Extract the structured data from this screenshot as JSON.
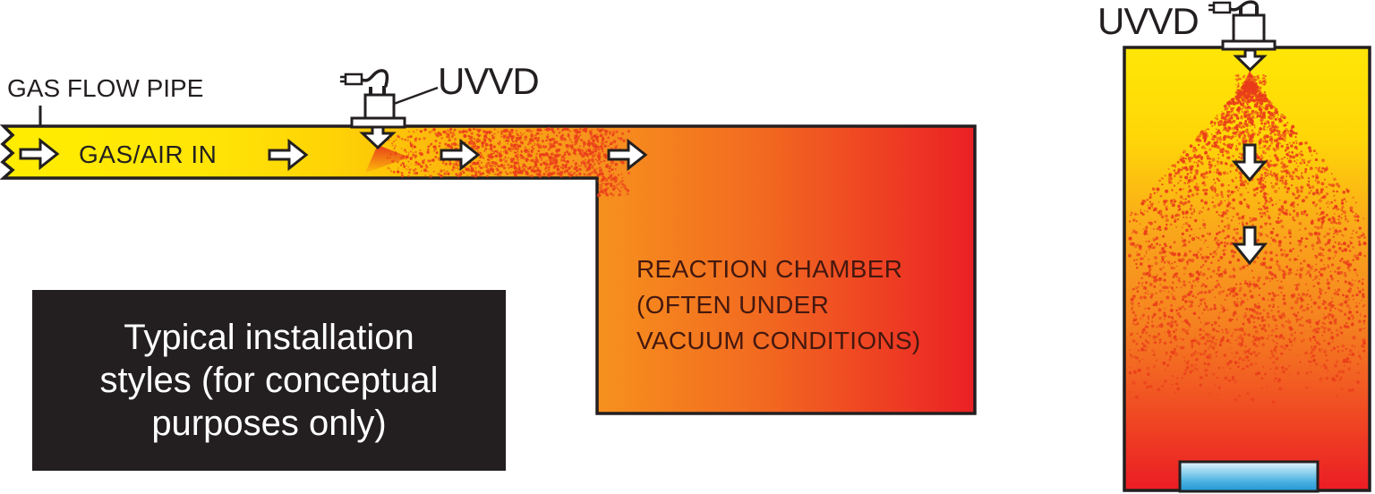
{
  "caption_box": {
    "lines": [
      "Typical installation",
      "styles (for conceptual",
      "purposes only)"
    ],
    "bg_color": "#231F20",
    "text_color": "#FFFFFF"
  },
  "left_diagram": {
    "pipe_label": "GAS FLOW PIPE",
    "flow_label": "GAS/AIR IN",
    "sensor_label": "UVVD",
    "chamber_label_lines": [
      "REACTION CHAMBER",
      "(OFTEN UNDER",
      "VACUUM CONDITIONS)"
    ]
  },
  "right_diagram": {
    "sensor_label": "UVVD"
  },
  "colors": {
    "gas_yellow": "#FFE606",
    "flame_orange": "#F7941D",
    "hot_red": "#EB2025",
    "speckle_red": "#EA3E1A",
    "chamber_text": "#44180F",
    "outline_black": "#231F20",
    "basin_blue_light": "#E8F6FD",
    "basin_blue_dark": "#2396D2"
  }
}
